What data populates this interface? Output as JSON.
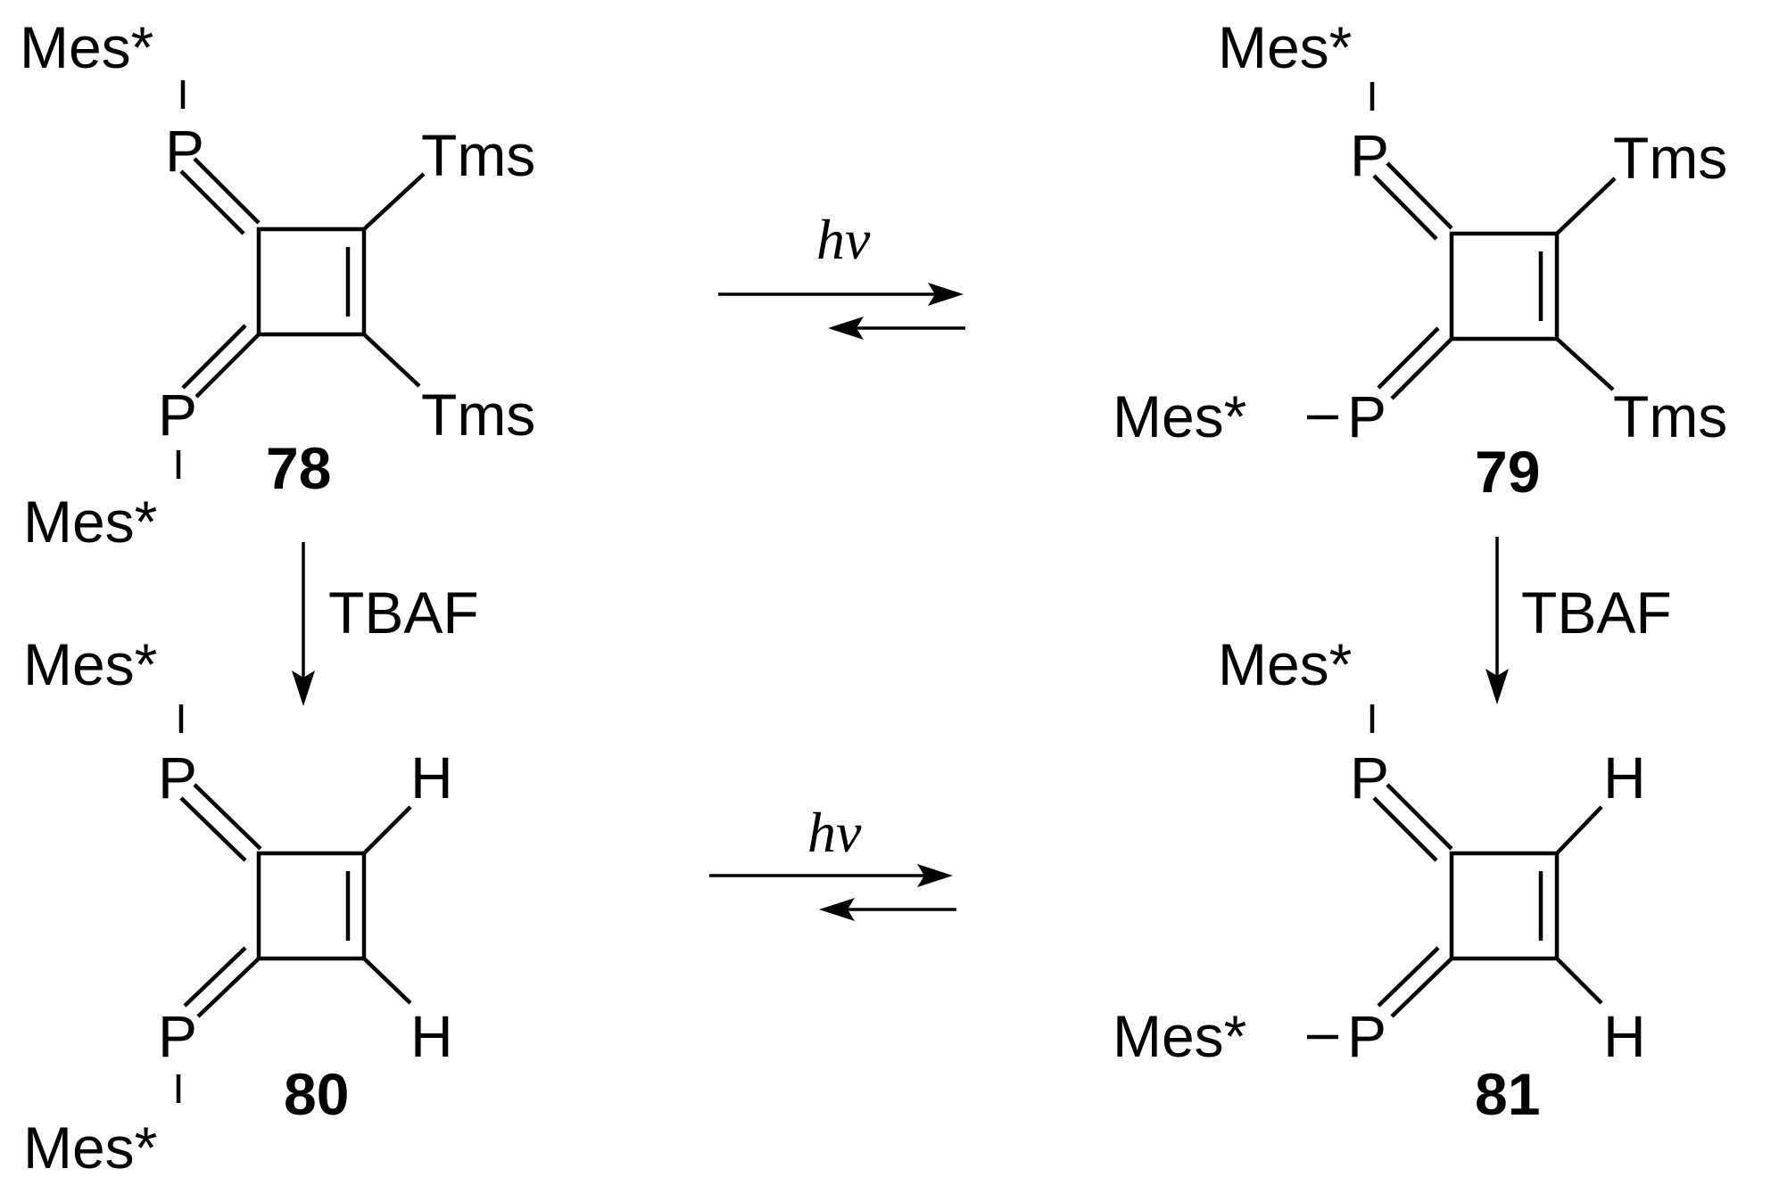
{
  "compounds": {
    "c78": {
      "number": "78",
      "top_group": "Mes*",
      "bottom_group": "Mes*",
      "p_top": "P",
      "p_bottom": "P",
      "sub_top": "Tms",
      "sub_bottom": "Tms"
    },
    "c79": {
      "number": "79",
      "top_group": "Mes*",
      "bottom_group": "Mes*",
      "p_top": "P",
      "p_bottom": "P",
      "sub_top": "Tms",
      "sub_bottom": "Tms"
    },
    "c80": {
      "number": "80",
      "top_group": "Mes*",
      "bottom_group": "Mes*",
      "p_top": "P",
      "p_bottom": "P",
      "sub_top": "H",
      "sub_bottom": "H"
    },
    "c81": {
      "number": "81",
      "top_group": "Mes*",
      "bottom_group": "Mes*",
      "p_top": "P",
      "p_bottom": "P",
      "sub_top": "H",
      "sub_bottom": "H"
    }
  },
  "arrows": {
    "equilibrium_top": {
      "label": "hν"
    },
    "equilibrium_bottom": {
      "label": "hν"
    },
    "reaction_left": {
      "label": "TBAF"
    },
    "reaction_right": {
      "label": "TBAF"
    }
  }
}
